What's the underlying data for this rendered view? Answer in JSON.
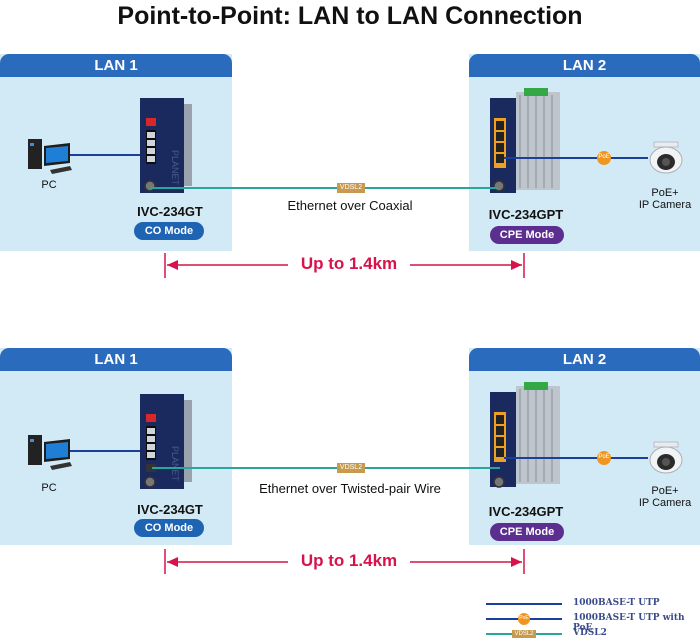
{
  "title": "Point-to-Point: LAN to LAN Connection",
  "diagrams": [
    {
      "lan_left": "LAN 1",
      "lan_right": "LAN 2",
      "pc_label": "PC",
      "left_model": "IVC-234GT",
      "left_mode": "CO Mode",
      "right_model": "IVC-234GPT",
      "right_mode": "CPE Mode",
      "camera_label_1": "PoE+",
      "camera_label_2": "IP Camera",
      "vdsl_tag": "VDSL2",
      "poe_tag": "PoE",
      "media": "Ethernet over Coaxial",
      "distance": "Up to 1.4km"
    },
    {
      "lan_left": "LAN 1",
      "lan_right": "LAN 2",
      "pc_label": "PC",
      "left_model": "IVC-234GT",
      "left_mode": "CO Mode",
      "right_model": "IVC-234GPT",
      "right_mode": "CPE Mode",
      "camera_label_1": "PoE+",
      "camera_label_2": "IP Camera",
      "vdsl_tag": "VDSL2",
      "poe_tag": "PoE",
      "media": "Ethernet over Twisted-pair Wire",
      "distance": "Up to 1.4km"
    }
  ],
  "legend": [
    {
      "label": "1000BASE-T UTP",
      "color": "#1c3f9c",
      "marker": ""
    },
    {
      "label": "1000BASE-T UTP with PoE",
      "color": "#1c3f9c",
      "marker": "PoE"
    },
    {
      "label": "VDSL2",
      "color": "#2aa59a",
      "marker": "VDSL2"
    }
  ],
  "colors": {
    "panel": "#d2eaf5",
    "panel_header": "#2b6bbd",
    "utp_line": "#1c3f9c",
    "vdsl_line": "#2aa59a",
    "distance": "#d8124a",
    "co_mode": "#1e64b3",
    "cpe_mode": "#5b2e8f",
    "poe_marker": "#f0961e",
    "vdsl_marker": "#c79a4e"
  }
}
